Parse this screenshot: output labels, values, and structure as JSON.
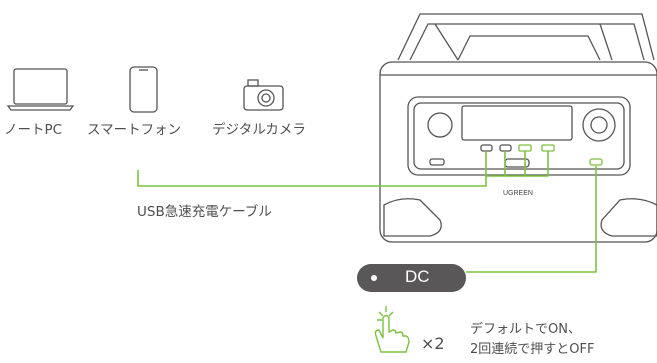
{
  "devices": {
    "laptop_label": "ノートPC",
    "smartphone_label": "スマートフォン",
    "camera_label": "デジタルカメラ"
  },
  "usb_label": "USB急速充電ケーブル",
  "brand": "UGREEN",
  "dc_button": {
    "label": "DC"
  },
  "press": {
    "count": "×2"
  },
  "note": {
    "line1": "デフォルトでON、",
    "line2": "2回連続で押すとOFF"
  },
  "colors": {
    "line_green": "#7dc142",
    "pill_dark": "#595757",
    "outline": "#555555"
  },
  "icons": [
    "laptop-icon",
    "smartphone-icon",
    "camera-icon",
    "tap-hand-icon"
  ]
}
